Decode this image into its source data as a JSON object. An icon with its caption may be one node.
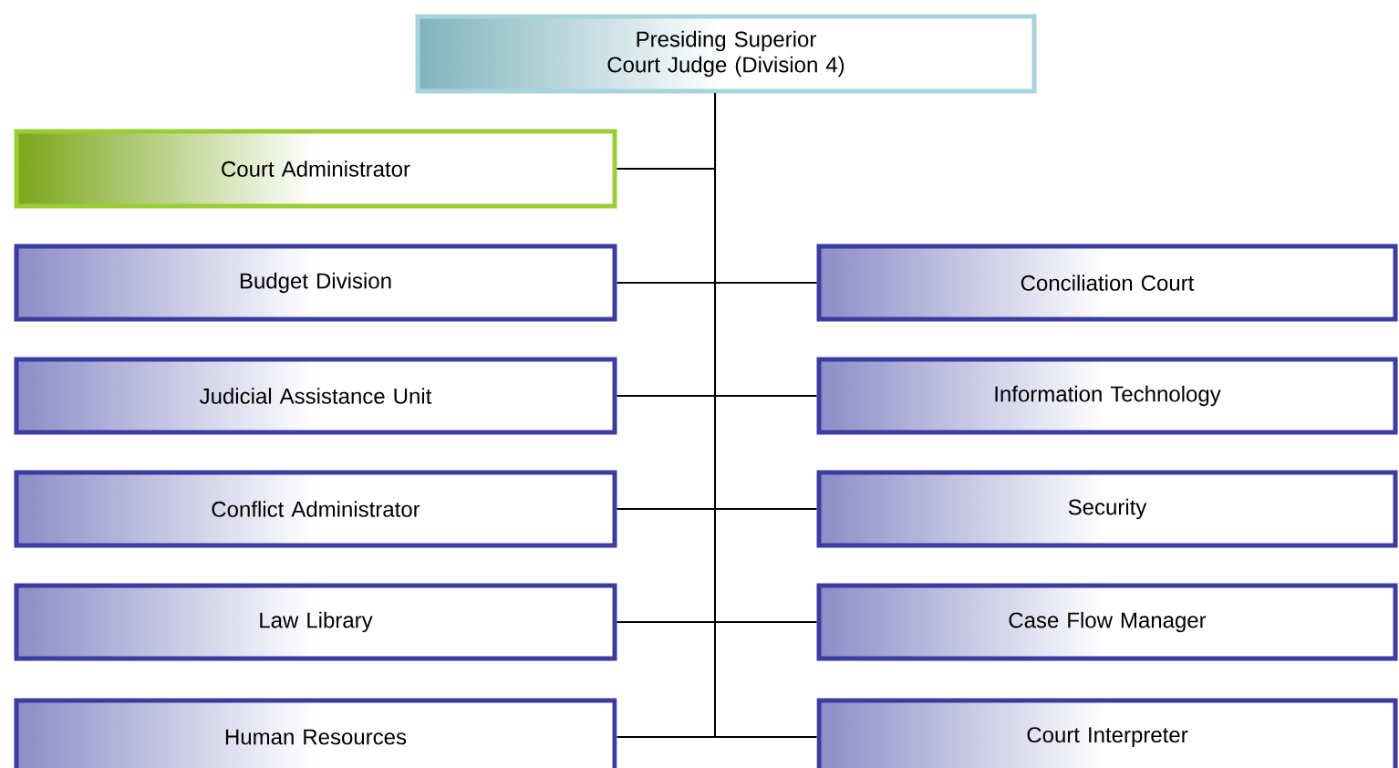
{
  "diagram": {
    "nodes": [
      {
        "text": [
          "Presiding Superior Court Judge (Division 4)"
        ]
      },
      {
        "text": [
          "Court Administrator"
        ]
      },
      {
        "text": [
          "Budget Division"
        ]
      },
      {
        "text": [
          "Conciliation Court"
        ]
      },
      {
        "text": [
          "Judicial Assistance Unit"
        ]
      },
      {
        "text": [
          "Information Technology"
        ]
      },
      {
        "text": [
          "Conflict Administrator"
        ]
      },
      {
        "text": [
          "Security"
        ]
      },
      {
        "text": [
          "Law Library"
        ]
      },
      {
        "text": [
          "Case Flow Manager"
        ]
      },
      {
        "text": [
          "Human Resources"
        ]
      },
      {
        "text": [
          "Court Interpreter"
        ]
      }
    ],
    "edges": [
      {
        "from": 0,
        "to": 1,
        "arrow": "none"
      },
      {
        "from": 0,
        "to": 2,
        "arrow": "none"
      },
      {
        "from": 0,
        "to": 3,
        "arrow": "none"
      },
      {
        "from": 0,
        "to": 4,
        "arrow": "none"
      },
      {
        "from": 0,
        "to": 5,
        "arrow": "none"
      },
      {
        "from": 0,
        "to": 6,
        "arrow": "none"
      },
      {
        "from": 0,
        "to": 7,
        "arrow": "none"
      },
      {
        "from": 0,
        "to": 8,
        "arrow": "none"
      },
      {
        "from": 0,
        "to": 9,
        "arrow": "none"
      },
      {
        "from": 0,
        "to": 10,
        "arrow": "none"
      },
      {
        "from": 0,
        "to": 11,
        "arrow": "none"
      }
    ]
  }
}
